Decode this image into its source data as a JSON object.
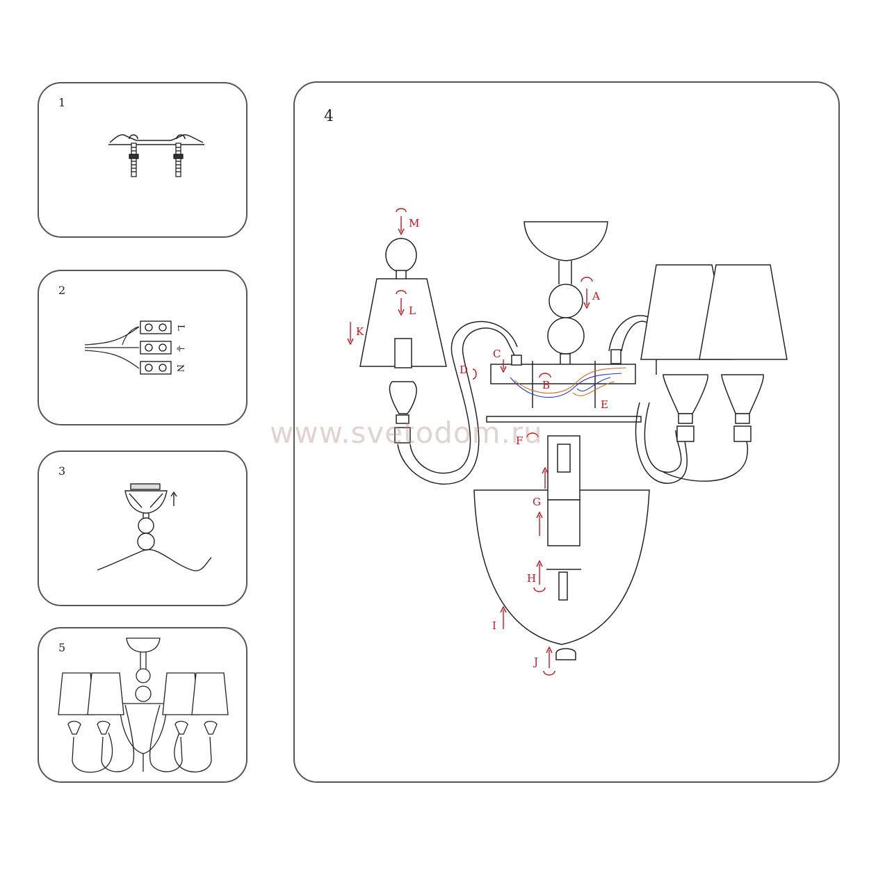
{
  "panels": [
    {
      "number": "1"
    },
    {
      "number": "2",
      "terminal_labels": [
        "L",
        "⏚",
        "N"
      ]
    },
    {
      "number": "3"
    },
    {
      "number": "5"
    },
    {
      "number": "4",
      "step_labels": [
        "M",
        "L",
        "K",
        "A",
        "C",
        "D",
        "B",
        "E",
        "F",
        "G",
        "H",
        "I",
        "J"
      ]
    }
  ],
  "watermark": "www.svetodom.ru",
  "colors": {
    "arrow": "#c8141e",
    "line": "#222222",
    "wire_blue": "#2233cc",
    "wire_orange": "#d2691e"
  }
}
